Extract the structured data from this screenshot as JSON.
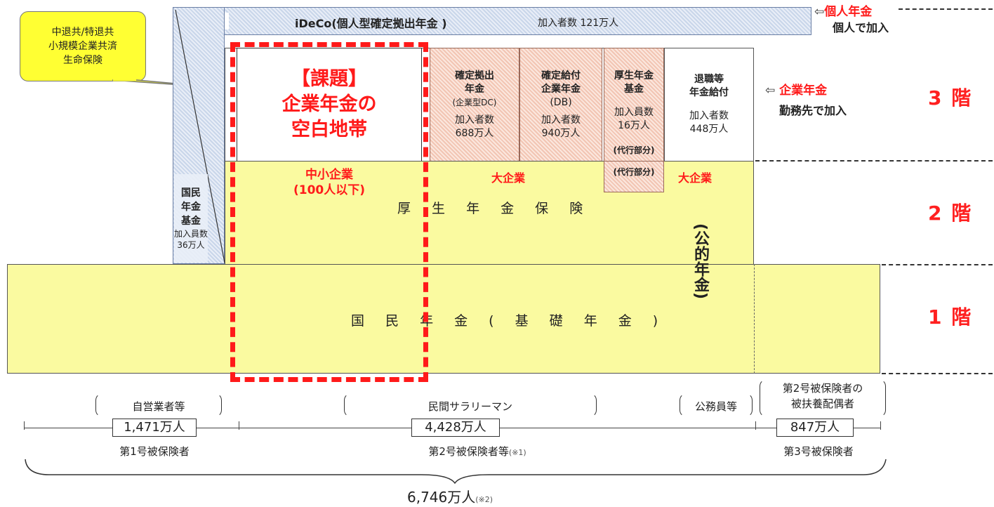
{
  "callout": {
    "lines": [
      "中退共/特退共",
      "小規模企業共済",
      "生命保険"
    ]
  },
  "ideco": {
    "logo": "iDeCo",
    "title": "iDeCo(個人型確定拠出年金 )",
    "members": "加入者数 121万人"
  },
  "kokumin_kikin": {
    "lines": [
      "国民",
      "年金",
      "基金"
    ],
    "members": [
      "加入員数",
      "36万人"
    ]
  },
  "issue": {
    "tag": "【課題】",
    "lines": [
      "企業年金の",
      "空白地帯"
    ]
  },
  "dc": {
    "lines": [
      "確定拠出",
      "年金"
    ],
    "sub": "(企業型DC)",
    "members": [
      "加入者数",
      "688万人"
    ]
  },
  "db": {
    "lines": [
      "確定給付",
      "企業年金"
    ],
    "sub": "(DB)",
    "members": [
      "加入者数",
      "940万人"
    ]
  },
  "kousei_kikin": {
    "lines": [
      "厚生年金",
      "基金"
    ],
    "members": [
      "加入員数",
      "16万人"
    ],
    "proxy": "(代行部分)"
  },
  "taishoku": {
    "lines": [
      "退職等",
      "年金給付"
    ],
    "members": [
      "加入者数",
      "448万人"
    ]
  },
  "labels": {
    "sme": [
      "中小企業",
      "(100人以下)"
    ],
    "large1": "大企業",
    "large2": "大企業",
    "kousei": "厚 生 年 金 保 険",
    "public": "(公的年金)",
    "kiso": "国 民 年 金 ( 基 礎 年 金 )"
  },
  "right_labels": {
    "personal": {
      "arrow": "⇦",
      "title": "個人年金",
      "sub": "個人で加入"
    },
    "corporate": {
      "arrow": "⇦",
      "title": "企業年金",
      "sub": "勤務先で加入"
    }
  },
  "floors": {
    "f3": "3 階",
    "f2": "2 階",
    "f1": "1 階"
  },
  "bottom": {
    "cat1": "自営業者等",
    "count1": "1,471万人",
    "class1": "第1号被保険者",
    "cat2": "民間サラリーマン",
    "count2": "4,428万人",
    "class2": "第2号被保険者等",
    "note2": "(※1)",
    "cat_civil": "公務員等",
    "cat3": [
      "第2号被保険者の",
      "被扶養配偶者"
    ],
    "count3": "847万人",
    "class3": "第3号被保険者",
    "total": "6,746万人",
    "total_note": "(※2)"
  },
  "colors": {
    "accent_red": "#ff1a1a",
    "yellow": "#fafaa0",
    "hatch_blue": "#c9d6ea",
    "hatch_red": "#f2c5b3"
  }
}
